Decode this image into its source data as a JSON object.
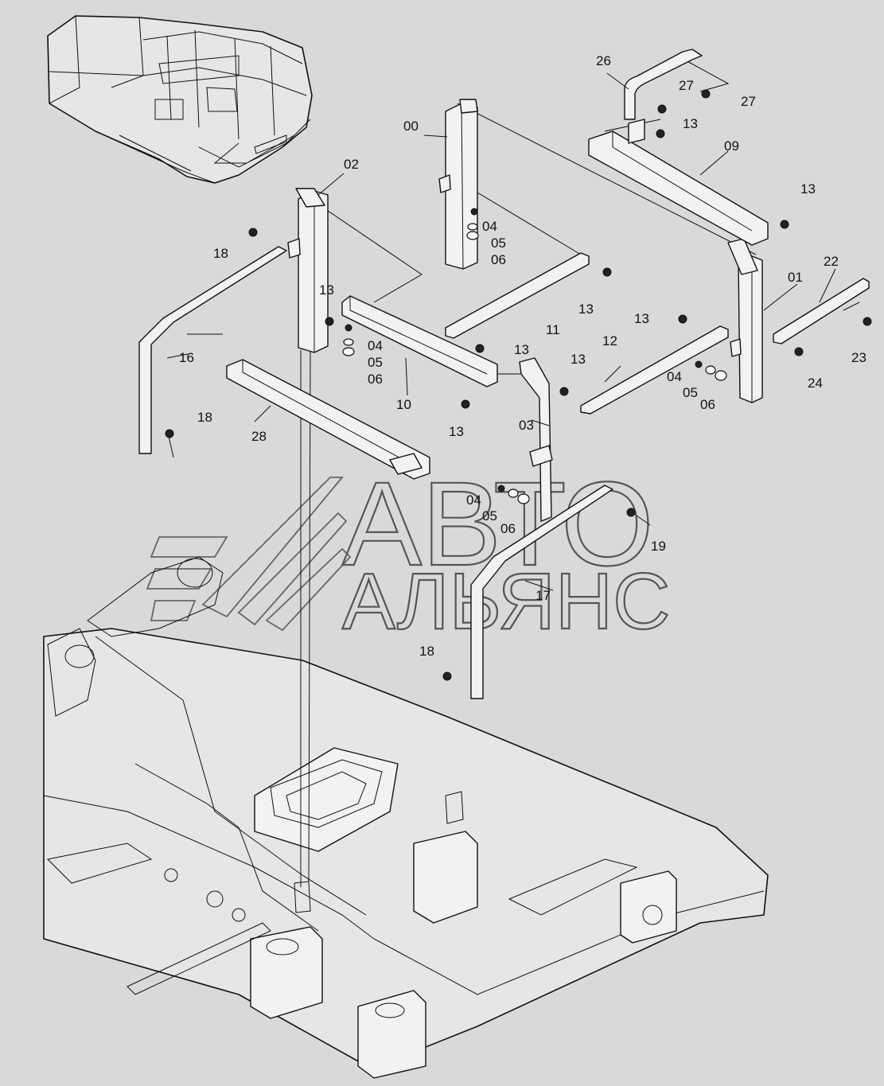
{
  "diagram": {
    "background": "#d9d9d9",
    "line_color": "#111111",
    "watermark": {
      "line1": "АВТО",
      "line2": "АЛЬЯНС"
    },
    "parts": {
      "p00": "00",
      "p01": "01",
      "p02": "02",
      "p03": "03",
      "p09": "09",
      "p10": "10",
      "p11": "11",
      "p12": "12",
      "p16": "16",
      "p17": "17",
      "p19": "19",
      "p22": "22",
      "p23": "23",
      "p24": "24",
      "p26": "26",
      "p28": "28"
    },
    "hardware": {
      "h04": "04",
      "h05": "05",
      "h06": "06",
      "h13": "13",
      "h18": "18",
      "h27": "27"
    }
  }
}
